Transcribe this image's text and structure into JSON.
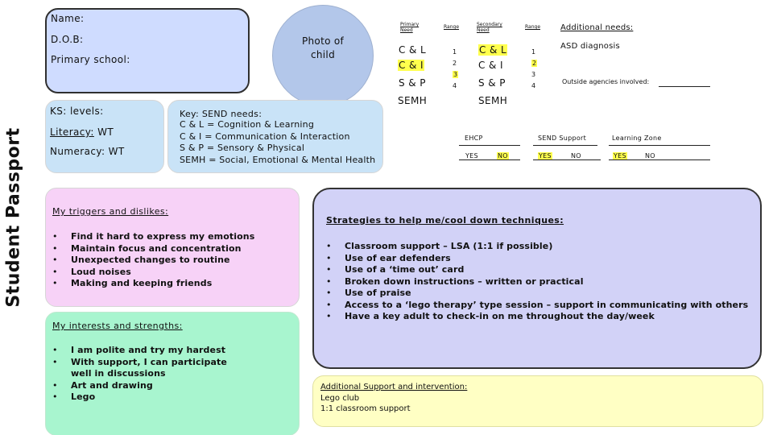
{
  "side_title": "Student Passport",
  "profile": {
    "name_label": "Name:",
    "dob_label": "D.O.B:",
    "school_label": "Primary school:",
    "photo_text": "Photo of\nchild"
  },
  "ks_levels": {
    "title": "KS: levels:",
    "literacy_label": "Literacy:",
    "literacy_value": "WT",
    "numeracy_label": "Numeracy:",
    "numeracy_value": "WT"
  },
  "key": {
    "title": "Key: SEND needs:",
    "items": [
      "C & L = Cognition & Learning",
      "C & I = Communication & Interaction",
      "S & P = Sensory & Physical",
      "SEMH = Social, Emotional & Mental Health"
    ]
  },
  "needs_table": {
    "primary_header": "Primary\nNeed",
    "range_header_1": "Range",
    "secondary_header": "Secondary\nNeed",
    "range_header_2": "Range",
    "rows": [
      {
        "primary": "C & L",
        "range1": "1",
        "secondary": "C & L",
        "range2": "1"
      },
      {
        "primary": "C & I",
        "range1": "2",
        "secondary": "C & I",
        "range2": "2"
      },
      {
        "primary": "",
        "range1": "3",
        "secondary": "",
        "range2": "3"
      },
      {
        "primary": "S & P",
        "range1": "4",
        "secondary": "S & P",
        "range2": "4"
      },
      {
        "primary": "SEMH",
        "range1": "",
        "secondary": "SEMH",
        "range2": ""
      }
    ]
  },
  "additional_needs": {
    "title": "Additional needs:",
    "value": "ASD diagnosis",
    "agencies_label": "Outside agencies involved:"
  },
  "status": {
    "ehcp_label": "EHCP",
    "ehcp_yes": "YES",
    "ehcp_no": "NO",
    "send_label": "SEND Support",
    "send_yes": "YES",
    "send_no": "NO",
    "learning_label": "Learning Zone",
    "learning_yes": "YES",
    "learning_no": "NO"
  },
  "triggers": {
    "title": "My triggers and dislikes:",
    "items": [
      "Find it hard to express my emotions",
      "Maintain focus and concentration",
      "Unexpected changes to routine",
      "Loud noises",
      "Making and keeping friends"
    ]
  },
  "interests": {
    "title": "My interests and strengths:",
    "items": [
      "I am polite and try my hardest",
      "With support, I can participate well in discussions",
      "Art and drawing",
      "Lego"
    ]
  },
  "strategies": {
    "title": "Strategies to help me/cool down techniques:",
    "items": [
      "Classroom support – LSA (1:1 if possible)",
      "Use of ear defenders",
      "Use of a ‘time out’ card",
      "Broken down instructions – written or practical",
      "Use of praise",
      "Access to a ‘lego therapy’ type session – support in communicating with others",
      "Have a key adult to check-in on me throughout the day/week"
    ]
  },
  "support": {
    "title": "Additional Support and intervention:",
    "items": [
      "Lego club",
      "1:1 classroom support"
    ]
  },
  "colors": {
    "highlight": "#ffff4d",
    "profile_bg": "#cfdcff",
    "triggers_bg": "#f7d2f7",
    "interests_bg": "#a8f5cf",
    "strategies_bg": "#d2d2f7",
    "support_bg": "#ffffc4"
  }
}
